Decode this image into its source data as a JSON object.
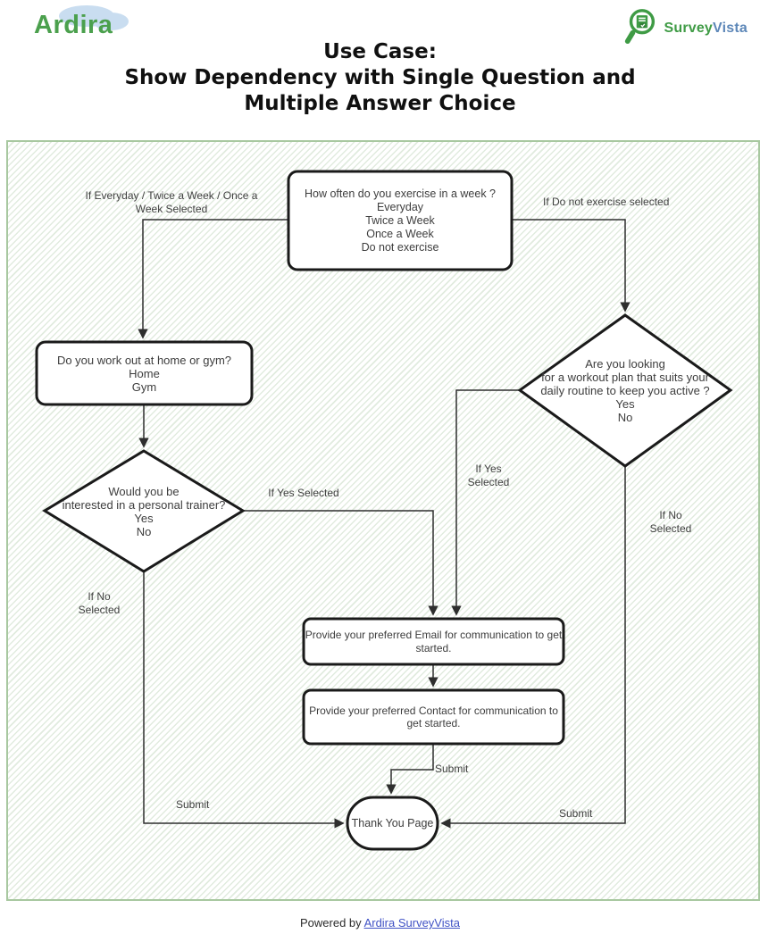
{
  "header": {
    "brand": "Ardira",
    "surveyvista": {
      "survey": "Survey",
      "vista": "Vista"
    },
    "title": "Use Case:\nShow Dependency with Single Question and\nMultiple Answer Choice"
  },
  "flowchart": {
    "nodes": {
      "exercise_frequency": {
        "lines": [
          "How often do you exercise in a week ?",
          "Everyday",
          "Twice a Week",
          "Once a Week",
          "Do not exercise"
        ]
      },
      "workout_location": {
        "lines": [
          "Do you work out at home or gym?",
          "Home",
          "Gym"
        ]
      },
      "personal_trainer": {
        "lines": [
          "Would you be",
          "interested  in a personal trainer?",
          "Yes",
          "No"
        ]
      },
      "workout_plan": {
        "lines": [
          "Are you looking",
          "for a workout plan that suits your",
          "daily routine to keep you active ?",
          "Yes",
          "No"
        ]
      },
      "email": {
        "lines": [
          "Provide your preferred Email for communication to get",
          "started."
        ]
      },
      "contact": {
        "lines": [
          "Provide your preferred Contact for communication to",
          "get started."
        ]
      },
      "thank_you": {
        "label": "Thank You Page"
      }
    },
    "edge_labels": {
      "exercise_yes": "If Everyday / Twice a Week / Once a\nWeek Selected",
      "exercise_no": "If Do not exercise selected",
      "trainer_yes": "If Yes Selected",
      "plan_yes": "If Yes\nSelected",
      "trainer_no": "If No\nSelected",
      "plan_no": "If No\nSelected",
      "submit_contact": "Submit",
      "submit_trainer": "Submit",
      "submit_plan": "Submit"
    },
    "colors": {
      "ardira_green": "#4ba04d",
      "survey_green": "#3f9b45",
      "vista_blue": "#5d87b8",
      "container_border": "#a8c8a0",
      "hatch_green": "#dcead7",
      "node_border": "#1a1a1a",
      "connector": "#2e2e2e",
      "link_blue": "#4052c5"
    }
  },
  "footer": {
    "powered_by": "Powered by",
    "link_text": "Ardira SurveyVista"
  }
}
